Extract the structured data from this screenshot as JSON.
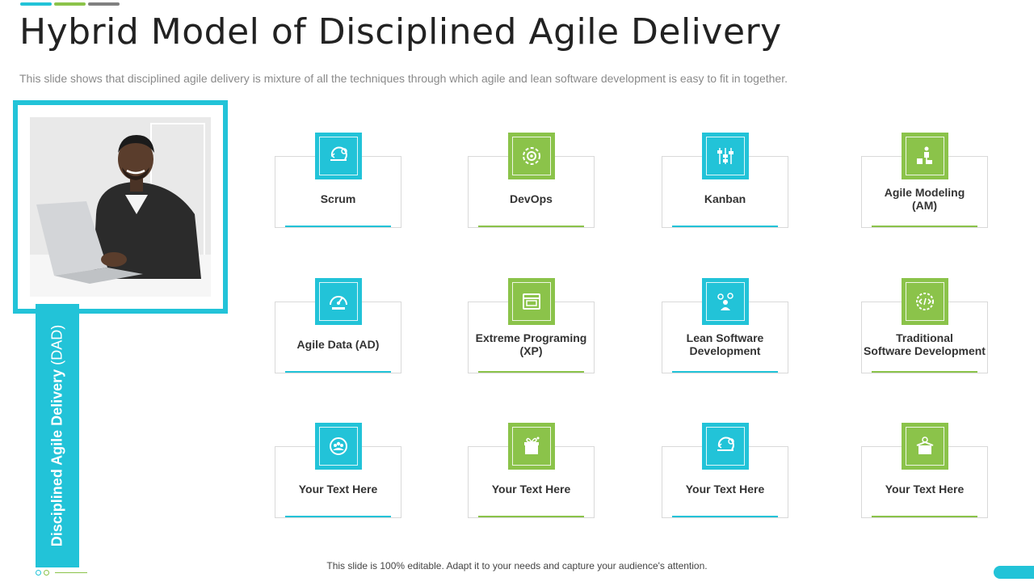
{
  "title": "Hybrid Model of Disciplined Agile Delivery",
  "subtitle": "This slide shows that disciplined agile delivery is mixture of all the techniques through which agile and lean software development is easy to fit in together.",
  "side_label": {
    "bold": "Disciplined Agile Delivery",
    "light": " (DAD)"
  },
  "footer": "This slide is 100% editable. Adapt it to your needs and capture your audience's attention.",
  "colors": {
    "blue": "#22c3d8",
    "green": "#8bc34a",
    "gray": "#808080"
  },
  "photo": {
    "icon": "businessman-laptop-photo"
  },
  "cards": [
    {
      "label": "Scrum",
      "color": "blue",
      "icon": "scrum-cycle-icon"
    },
    {
      "label": "DevOps",
      "color": "green",
      "icon": "gear-cycle-icon"
    },
    {
      "label": "Kanban",
      "color": "blue",
      "icon": "kanban-board-icon"
    },
    {
      "label": "Agile Modeling\n(AM)",
      "color": "green",
      "icon": "person-blocks-icon"
    },
    {
      "label": "Agile Data (AD)",
      "color": "blue",
      "icon": "gauge-icon"
    },
    {
      "label": "Extreme Programing\n(XP)",
      "color": "green",
      "icon": "browser-window-icon"
    },
    {
      "label": "Lean Software\nDevelopment",
      "color": "blue",
      "icon": "developer-gears-icon"
    },
    {
      "label": "Traditional\nSoftware Development",
      "color": "green",
      "icon": "code-gear-icon"
    },
    {
      "label": "Your Text Here",
      "color": "blue",
      "icon": "team-circle-icon"
    },
    {
      "label": "Your Text Here",
      "color": "green",
      "icon": "gift-box-icon"
    },
    {
      "label": "Your Text Here",
      "color": "blue",
      "icon": "scrum-cycle-icon"
    },
    {
      "label": "Your Text Here",
      "color": "green",
      "icon": "box-gear-icon"
    }
  ]
}
